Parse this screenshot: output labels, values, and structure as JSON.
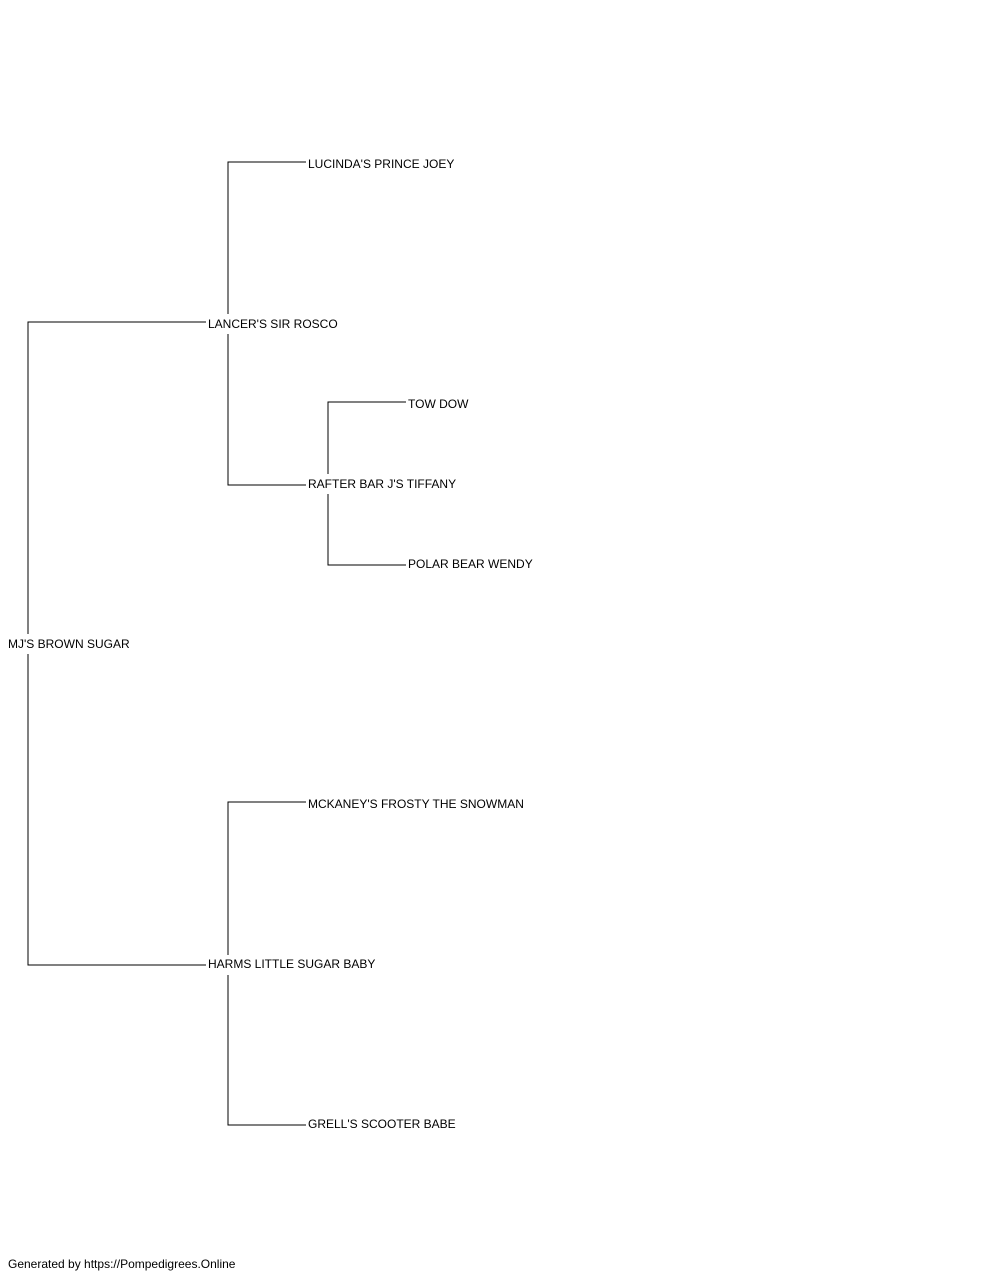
{
  "pedigree": {
    "subject": "MJ'S BROWN SUGAR",
    "sire": "LANCER'S SIR ROSCO",
    "dam": "HARMS LITTLE SUGAR BABY",
    "sire_sire": "LUCINDA'S PRINCE JOEY",
    "sire_dam": "RAFTER BAR J'S TIFFANY",
    "sire_dam_sire": "TOW DOW",
    "sire_dam_dam": "POLAR BEAR WENDY",
    "dam_sire": "MCKANEY'S FROSTY THE SNOWMAN",
    "dam_dam": "GRELL'S SCOOTER BABE"
  },
  "footer": {
    "text": "Generated by https://Pompedigrees.Online"
  }
}
